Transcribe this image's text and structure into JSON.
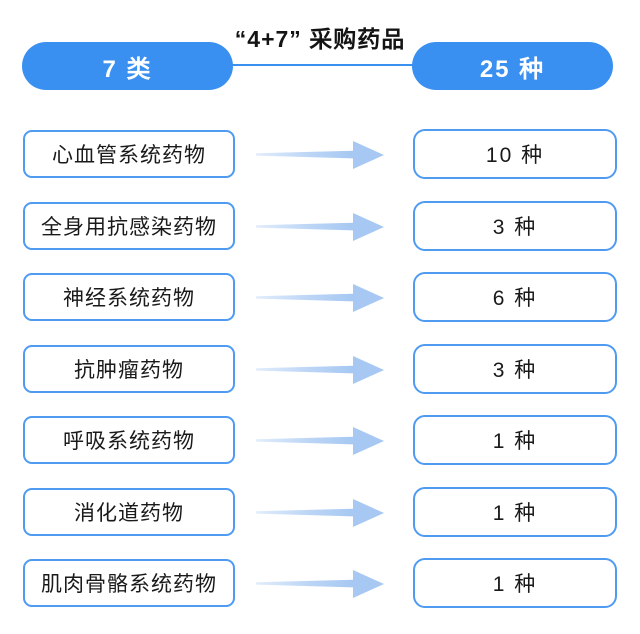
{
  "header": {
    "title": "“4+7” 采购药品",
    "left_total": "7 类",
    "right_total": "25 种"
  },
  "rows": [
    {
      "category": "心血管系统药物",
      "count": "10 种"
    },
    {
      "category": "全身用抗感染药物",
      "count": "3 种"
    },
    {
      "category": "神经系统药物",
      "count": "6 种"
    },
    {
      "category": "抗肿瘤药物",
      "count": "3 种"
    },
    {
      "category": "呼吸系统药物",
      "count": "1 种"
    },
    {
      "category": "消化道药物",
      "count": "1 种"
    },
    {
      "category": "肌肉骨骼系统药物",
      "count": "1 种"
    }
  ],
  "colors": {
    "primary_blue": "#3a90f0",
    "box_border_blue": "#4f9bf2",
    "arrow_blue": "#a6c8f2",
    "text": "#1a1a1a",
    "background": "#ffffff"
  },
  "chart_data": {
    "type": "table",
    "title": "“4+7” 采购药品",
    "categories": [
      "心血管系统药物",
      "全身用抗感染药物",
      "神经系统药物",
      "抗肿瘤药物",
      "呼吸系统药物",
      "消化道药物",
      "肌肉骨骼系统药物"
    ],
    "values": [
      10,
      3,
      6,
      3,
      1,
      1,
      1
    ],
    "total_categories": 7,
    "total_types": 25,
    "unit": "种"
  }
}
